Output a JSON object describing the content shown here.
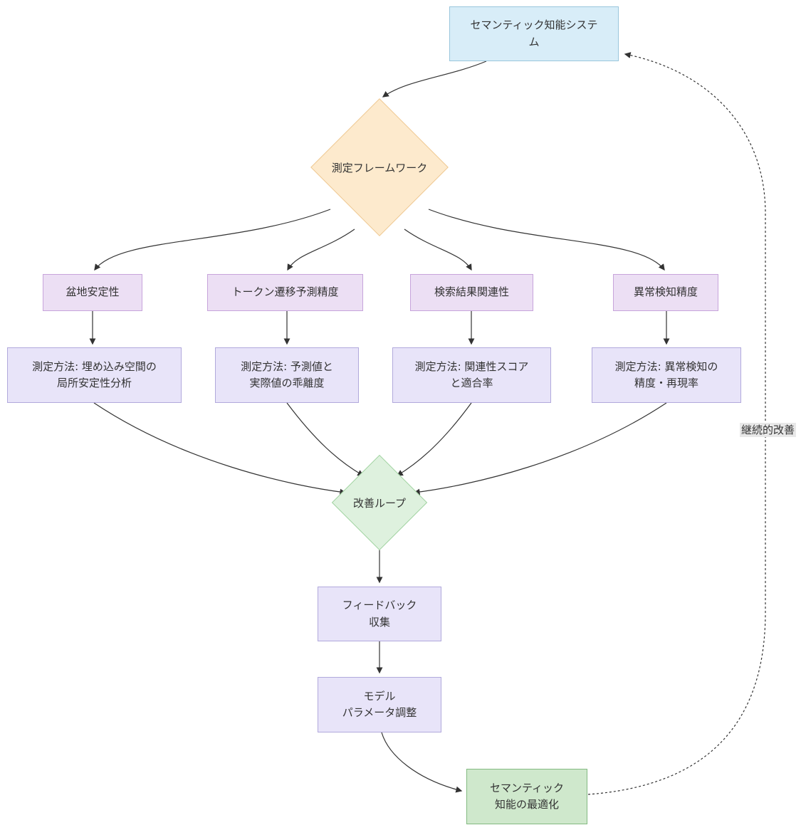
{
  "diagram": {
    "title": "semantic-intelligence-measurement-flowchart",
    "nodes": {
      "system": {
        "label": "セマンティック知能システ\nム"
      },
      "framework": {
        "label": "測定フレームワーク"
      },
      "basin": {
        "label": "盆地安定性"
      },
      "token": {
        "label": "トークン遷移予測精度"
      },
      "search": {
        "label": "検索結果関連性"
      },
      "anomaly": {
        "label": "異常検知精度"
      },
      "basin_method": {
        "label": "測定方法: 埋め込み空間の\n局所安定性分析"
      },
      "token_method": {
        "label": "測定方法: 予測値と\n実際値の乖離度"
      },
      "search_method": {
        "label": "測定方法: 関連性スコア\nと適合率"
      },
      "anomaly_method": {
        "label": "測定方法: 異常検知の\n精度・再現率"
      },
      "loop": {
        "label": "改善ループ"
      },
      "feedback": {
        "label": "フィードバック\n収集"
      },
      "params": {
        "label": "モデル\nパラメータ調整"
      },
      "optimize": {
        "label": "セマンティック\n知能の最適化"
      }
    },
    "edge_labels": {
      "continuous_improvement": "継続的改善"
    },
    "edges": [
      {
        "from": "system",
        "to": "framework",
        "style": "solid"
      },
      {
        "from": "framework",
        "to": "basin",
        "style": "solid"
      },
      {
        "from": "framework",
        "to": "token",
        "style": "solid"
      },
      {
        "from": "framework",
        "to": "search",
        "style": "solid"
      },
      {
        "from": "framework",
        "to": "anomaly",
        "style": "solid"
      },
      {
        "from": "basin",
        "to": "basin_method",
        "style": "solid"
      },
      {
        "from": "token",
        "to": "token_method",
        "style": "solid"
      },
      {
        "from": "search",
        "to": "search_method",
        "style": "solid"
      },
      {
        "from": "anomaly",
        "to": "anomaly_method",
        "style": "solid"
      },
      {
        "from": "basin_method",
        "to": "loop",
        "style": "solid"
      },
      {
        "from": "token_method",
        "to": "loop",
        "style": "solid"
      },
      {
        "from": "search_method",
        "to": "loop",
        "style": "solid"
      },
      {
        "from": "anomaly_method",
        "to": "loop",
        "style": "solid"
      },
      {
        "from": "loop",
        "to": "feedback",
        "style": "solid"
      },
      {
        "from": "feedback",
        "to": "params",
        "style": "solid"
      },
      {
        "from": "params",
        "to": "optimize",
        "style": "solid"
      },
      {
        "from": "optimize",
        "to": "system",
        "style": "dotted",
        "label": "継続的改善"
      }
    ],
    "colors": {
      "system_fill": "#d8edf8",
      "system_stroke": "#9ac6dc",
      "framework_fill": "#fdeacd",
      "framework_stroke": "#eec892",
      "metric_fill": "#ecdff4",
      "metric_stroke": "#c7a4db",
      "method_fill": "#e8e4f9",
      "method_stroke": "#b1a9dc",
      "loop_fill": "#def1de",
      "loop_stroke": "#a2d3a2",
      "optimize_fill": "#cfe8cc",
      "optimize_stroke": "#83ba81",
      "edge": "#333333",
      "edge_label_bg": "#e8e8e8"
    }
  }
}
